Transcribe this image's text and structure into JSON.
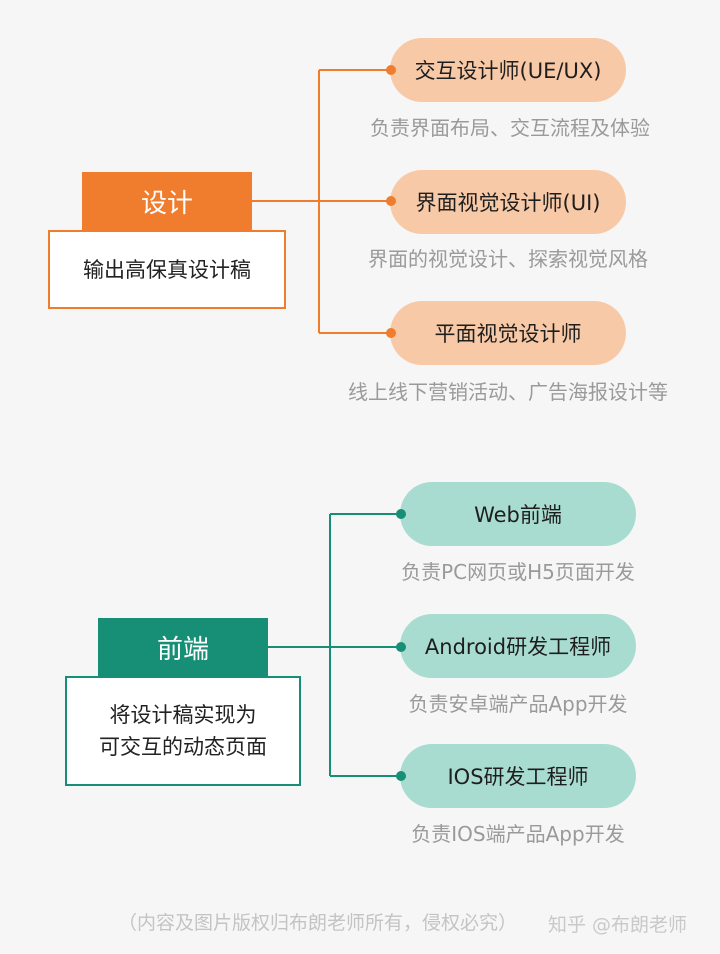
{
  "colors": {
    "design": "#f07c2e",
    "design_pill": "#f8c9a6",
    "frontend": "#168f76",
    "frontend_pill": "#a9dcd0"
  },
  "design": {
    "title": "设计",
    "desc": "输出高保真设计稿",
    "roles": [
      {
        "label": "交互设计师(UE/UX)",
        "sub": "负责界面布局、交互流程及体验"
      },
      {
        "label": "界面视觉设计师(UI)",
        "sub": "界面的视觉设计、探索视觉风格"
      },
      {
        "label": "平面视觉设计师",
        "sub": "线上线下营销活动、广告海报设计等"
      }
    ]
  },
  "frontend": {
    "title": "前端",
    "desc_line1": "将设计稿实现为",
    "desc_line2": "可交互的动态页面",
    "roles": [
      {
        "label": "Web前端",
        "sub": "负责PC网页或H5页面开发"
      },
      {
        "label": "Android研发工程师",
        "sub": "负责安卓端产品App开发"
      },
      {
        "label": "IOS研发工程师",
        "sub": "负责IOS端产品App开发"
      }
    ]
  },
  "footer": {
    "copyright": "（内容及图片版权归布朗老师所有，侵权必究）",
    "watermark": "知乎 @布朗老师"
  }
}
